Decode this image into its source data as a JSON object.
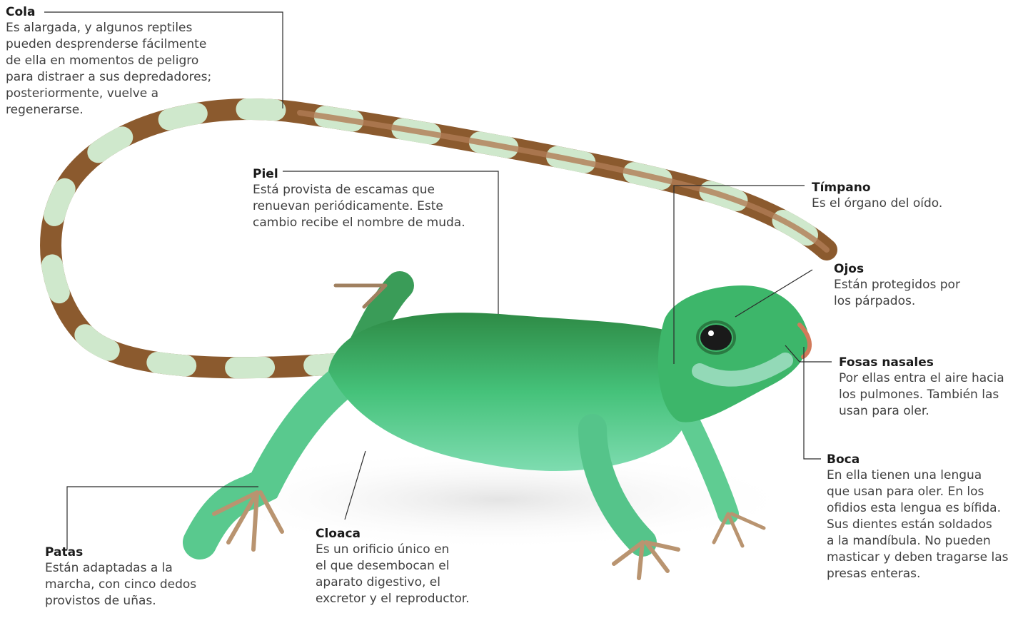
{
  "labels": {
    "cola": {
      "title": "Cola",
      "text": "Es alargada, y algunos reptiles\npueden desprenderse fácilmente\nde ella en momentos de peligro\npara distraer a sus depredadores;\nposteriormente, vuelve a\nregenerarse."
    },
    "piel": {
      "title": "Piel",
      "text": "Está provista de escamas que\nrenuevan periódicamente. Este\ncambio recibe el nombre de muda."
    },
    "timpano": {
      "title": "Tímpano",
      "text": "Es el órgano del oído."
    },
    "ojos": {
      "title": "Ojos",
      "text": "Están protegidos por\nlos párpados."
    },
    "fosas": {
      "title": "Fosas nasales",
      "text": "Por ellas entra el aire hacia\nlos pulmones. También las\nusan para oler."
    },
    "boca": {
      "title": "Boca",
      "text": "En ella tienen una lengua\nque usan para oler. En los\nofidios esta lengua es bífida.\nSus dientes están soldados\na la mandíbula. No pueden\nmasticar y deben tragarse las\npresas enteras."
    },
    "cloaca": {
      "title": "Cloaca",
      "text": "Es un orificio único en\nel que desembocan el\naparato digestivo, el\nexcretor y el reproductor."
    },
    "patas": {
      "title": "Patas",
      "text": "Están adaptadas a la\nmarcha, con cinco dedos\nprovistos de uñas."
    }
  },
  "colors": {
    "leader_line": "#2b2b2b",
    "lizard_body": "#3fbf6a",
    "lizard_dark": "#2f8f4a",
    "tail_brown": "#9a6a3a",
    "tail_pale": "#cfe8c8"
  }
}
